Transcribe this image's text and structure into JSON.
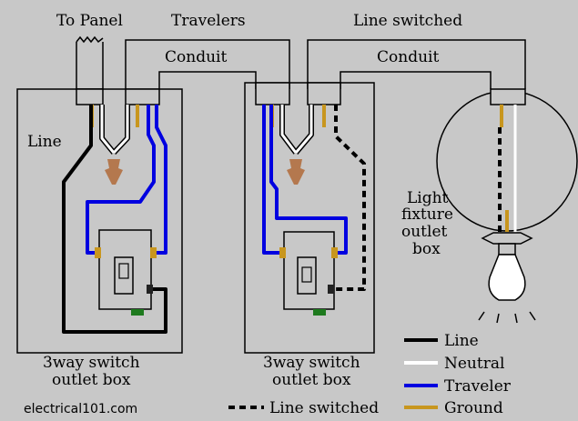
{
  "labels": {
    "to_panel": "To Panel",
    "travelers": "Travelers",
    "line_switched_top": "Line switched",
    "conduit_left": "Conduit",
    "conduit_right": "Conduit",
    "line": "Line",
    "light_fixture": [
      "Light",
      "fixture",
      "outlet",
      "box"
    ],
    "box1": [
      "3way switch",
      "outlet box"
    ],
    "box2": [
      "3way switch",
      "outlet box"
    ],
    "watermark": "electrical101.com"
  },
  "legend": [
    {
      "label": "Line",
      "color": "#000000",
      "style": "solid"
    },
    {
      "label": "Neutral",
      "color": "#ffffff",
      "style": "solid"
    },
    {
      "label": "Traveler",
      "color": "#0000e0",
      "style": "solid"
    },
    {
      "label": "Ground",
      "color": "#c8961e",
      "style": "solid"
    },
    {
      "label": "Line switched",
      "color": "#000000",
      "style": "dashed"
    }
  ],
  "colors": {
    "background": "#c8c8c8",
    "line": "#000000",
    "neutral": "#ffffff",
    "traveler": "#0000e0",
    "ground": "#c8961e",
    "wirenut": "#b4784e",
    "terminal_brass": "#c8961e",
    "terminal_green": "#1e7a1e"
  }
}
